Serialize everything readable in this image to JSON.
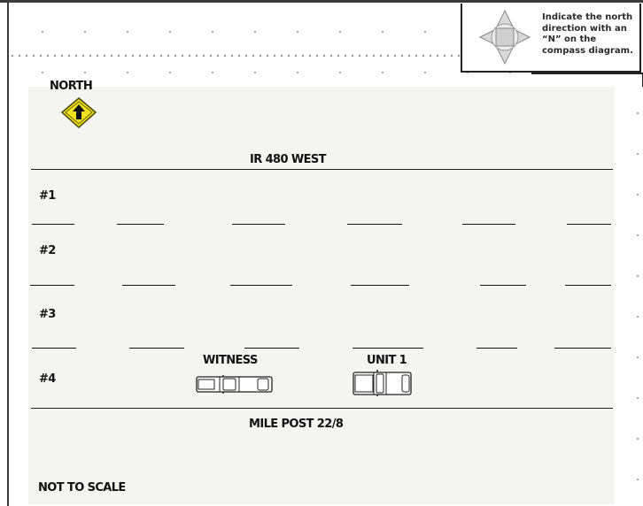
{
  "compass": {
    "instruction": "Indicate the north direction with an “N” on the compass diagram."
  },
  "diagram": {
    "north_label": "NORTH",
    "road_name": "IR 480 WEST",
    "lanes": [
      "#1",
      "#2",
      "#3",
      "#4"
    ],
    "vehicles": {
      "witness_label": "WITNESS",
      "unit_label": "UNIT 1"
    },
    "mile_post": "MILE POST 22/8",
    "scale_note": "NOT TO SCALE"
  },
  "colors": {
    "sign_yellow": "#f2e21c",
    "panel_bg": "#f4f5f1",
    "line": "#222222"
  },
  "icons": {
    "compass": "compass-rose-icon",
    "north_sign": "north-arrow-sign-icon",
    "witness_vehicle": "pickup-truck-icon",
    "unit_vehicle": "pickup-truck-icon"
  }
}
